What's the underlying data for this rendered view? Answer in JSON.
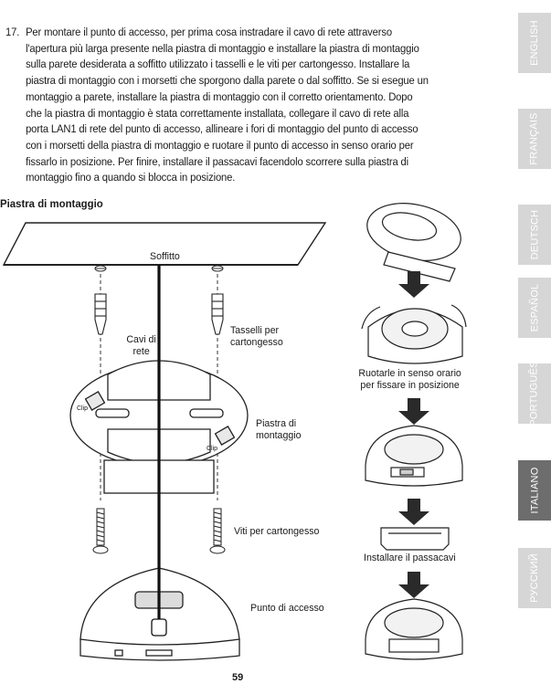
{
  "instruction": {
    "number": "17.",
    "lines": [
      "Per montare il punto di accesso, per prima cosa instradare il cavo di rete attraverso",
      "l'apertura più larga presente nella piastra di montaggio e installare la piastra di montaggio",
      "sulla parete desiderata a soffitto utilizzato i tasselli e le viti per cartongesso. Installare la",
      "piastra di montaggio con i morsetti che sporgono dalla parete o dal soffitto. Se si esegue un",
      "montaggio a parete, installare la piastra di montaggio con il corretto orientamento. Dopo",
      "che la piastra di montaggio è stata correttamente installata, collegare il cavo di rete alla",
      "porta LAN1 di rete del punto di accesso, allineare i fori di montaggio del punto di accesso",
      "con i morsetti della piastra di montaggio e ruotare il punto di accesso in senso orario per",
      "fissarlo in posizione. Per finire, installare il passacavi facendolo scorrere sulla piastra di",
      "montaggio fino a quando si blocca in posizione."
    ]
  },
  "section_heading": "Piastra di montaggio",
  "diagram": {
    "ceiling": "Soffitto",
    "cable_line1": "Cavi di",
    "cable_line2": "rete",
    "anchors_line1": "Tasselli per",
    "anchors_line2": "cartongesso",
    "plate_line1": "Piastra di",
    "plate_line2": "montaggio",
    "clip_left": "Clip",
    "clip_right": "Clip",
    "screws": "Viti per cartongesso",
    "access_point": "Punto di accesso",
    "rotate_line1": "Ruotarle in senso orario",
    "rotate_line2": "per fissare in posizione",
    "cover": "Installare il passacavi"
  },
  "languages": [
    "ENGLISH",
    "FRANÇAIS",
    "DEUTSCH",
    "ESPAÑOL",
    "PORTUGUÊS",
    "ITALIANO",
    "РУССКИЙ"
  ],
  "active_language": "ITALIANO",
  "page_number": "59"
}
